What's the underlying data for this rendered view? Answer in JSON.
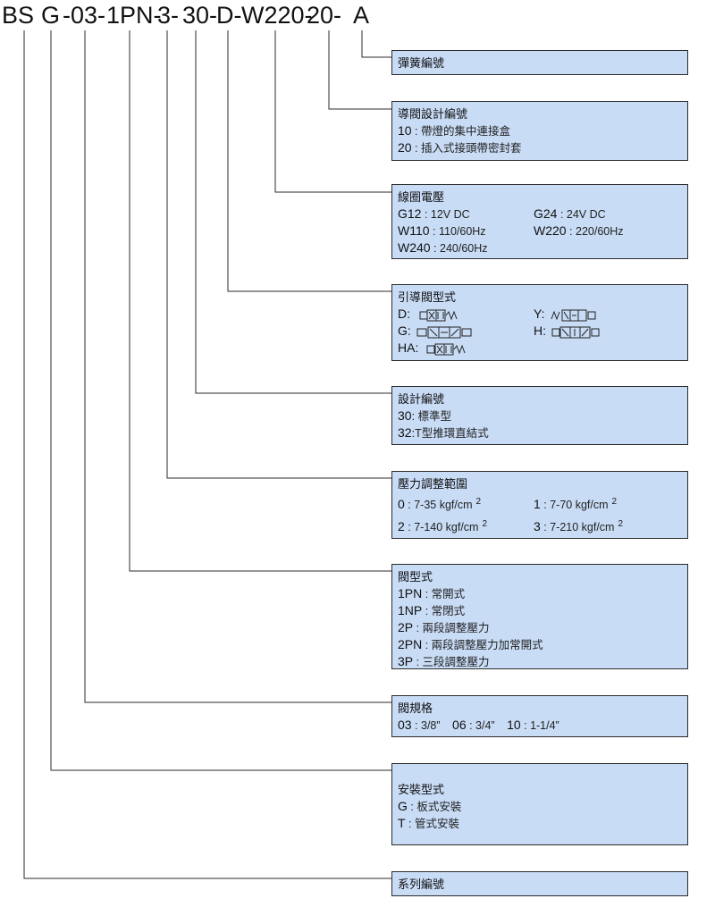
{
  "code_segments": [
    {
      "text": "BS",
      "x": 2
    },
    {
      "text": "G",
      "x": 46
    },
    {
      "text": "-03-",
      "x": 70
    },
    {
      "text": "1PN-",
      "x": 119
    },
    {
      "text": "3-",
      "x": 176
    },
    {
      "text": "30-",
      "x": 204
    },
    {
      "text": "D-",
      "x": 242
    },
    {
      "text": "W220-",
      "x": 270
    },
    {
      "text": "20-",
      "x": 343
    },
    {
      "text": "A",
      "x": 395
    }
  ],
  "boxes": {
    "spring": {
      "title": "彈簧編號"
    },
    "pilot_design": {
      "title": "導閥設計編號",
      "rows": [
        {
          "k": "10",
          "v": "帶燈的集中連接盒"
        },
        {
          "k": "20",
          "v": "插入式接頭帶密封套"
        }
      ]
    },
    "coil": {
      "title": "線圈電壓",
      "rows": [
        {
          "k": "G12",
          "v": "12V DC",
          "k2": "G24",
          "v2": "24V DC"
        },
        {
          "k": "W110",
          "v": "110/60Hz",
          "k2": "W220",
          "v2": "220/60Hz"
        },
        {
          "k": "W240",
          "v": "240/60Hz"
        }
      ]
    },
    "pilot_type": {
      "title": "引導閥型式",
      "rows": [
        {
          "k": "D:",
          "k2": "Y:"
        },
        {
          "k": "G:",
          "k2": "H:"
        },
        {
          "k": "HA:"
        }
      ]
    },
    "design": {
      "title": "設計編號",
      "rows": [
        {
          "k": "30",
          "v": "標準型"
        },
        {
          "k": "32",
          "v": "T型推環直結式"
        }
      ]
    },
    "pressure": {
      "title": "壓力調整範圍",
      "rows": [
        {
          "k": "0",
          "v": "7-35 kgf/cm",
          "sup": "2",
          "k2": "1",
          "v2": "7-70 kgf/cm",
          "sup2": "2"
        },
        {
          "k": "2",
          "v": "7-140 kgf/cm",
          "sup": "2",
          "k2": "3",
          "v2": "7-210 kgf/cm",
          "sup2": "2"
        }
      ]
    },
    "valve_type": {
      "title": "閥型式",
      "rows": [
        {
          "k": "1PN",
          "v": "常開式"
        },
        {
          "k": "1NP",
          "v": "常閉式"
        },
        {
          "k": "2P",
          "v": "兩段調整壓力"
        },
        {
          "k": "2PN",
          "v": "兩段調整壓力加常開式"
        },
        {
          "k": "3P",
          "v": "三段調整壓力"
        }
      ]
    },
    "size": {
      "title": "閥規格",
      "items": [
        {
          "k": "03",
          "v": "3/8”"
        },
        {
          "k": "06",
          "v": "3/4”"
        },
        {
          "k": "10",
          "v": "1-1/4”"
        }
      ]
    },
    "mount": {
      "title": "安裝型式",
      "rows": [
        {
          "k": "G",
          "v": "板式安裝"
        },
        {
          "k": "T",
          "v": "管式安裝"
        }
      ]
    },
    "series": {
      "title": "系列編號"
    }
  },
  "colors": {
    "box_fill": "#c9dcf6",
    "line": "#2b2b2b"
  }
}
